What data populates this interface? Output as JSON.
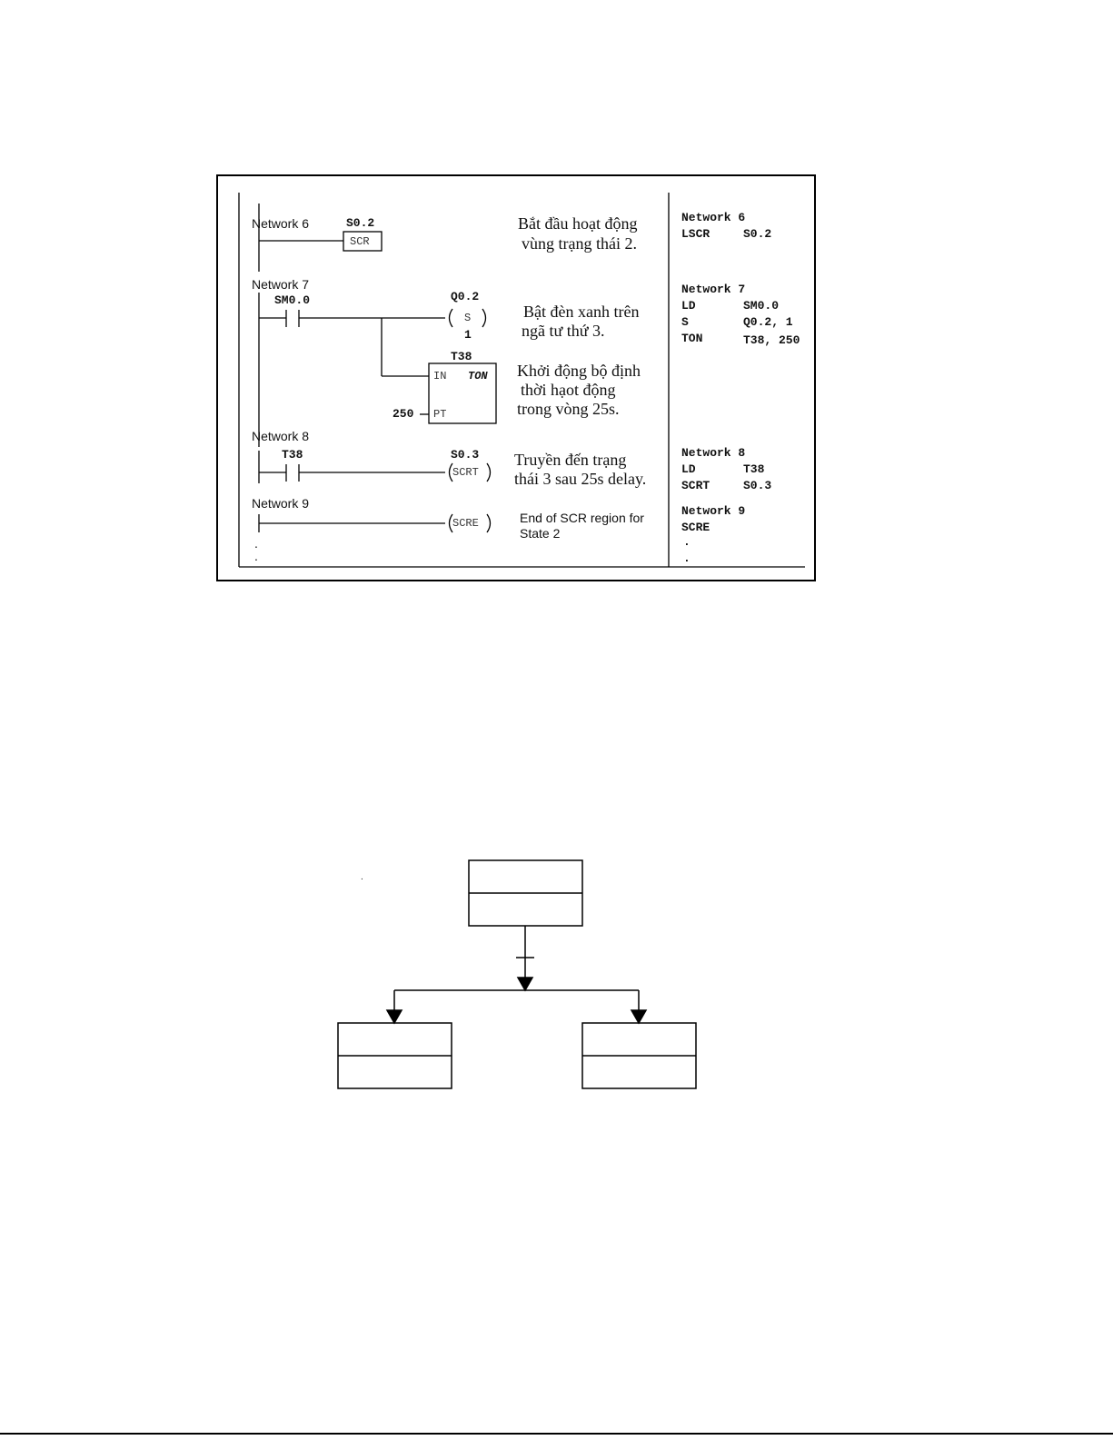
{
  "ladder": {
    "networks": [
      {
        "label": "Network 6",
        "contact_bit": "S0.2",
        "box": "SCR",
        "comment": [
          "Bắt đầu hoạt động",
          "vùng trạng thái 2."
        ]
      },
      {
        "label": "Network 7",
        "contact_bit": "SM0.0",
        "coil_bit": "Q0.2",
        "coil_type": "S",
        "coil_n": "1",
        "timer_name": "T38",
        "timer_in": "IN",
        "timer_type": "TON",
        "timer_pt": "PT",
        "pt_value": "250",
        "comment1": [
          "Bật đèn xanh trên",
          "ngã tư thứ 3."
        ],
        "comment2": [
          "Khởi động bộ định",
          "thời hạot động",
          "trong vòng 25s."
        ]
      },
      {
        "label": "Network 8",
        "contact_bit": "T38",
        "coil_bit": "S0.3",
        "coil_type": "SCRT",
        "comment": [
          "Truyền đến trạng",
          "thái 3 sau 25s delay."
        ]
      },
      {
        "label": "Network 9",
        "coil_type": "SCRE",
        "comment": [
          "End of SCR region for",
          "State 2"
        ]
      }
    ],
    "dots": [
      ".",
      "."
    ]
  },
  "stl": {
    "n6": {
      "title": "Network 6",
      "lines": [
        [
          "LSCR",
          "S0.2"
        ]
      ]
    },
    "n7": {
      "title": "Network 7",
      "lines": [
        [
          "LD",
          "SM0.0"
        ],
        [
          "S",
          "Q0.2, 1"
        ],
        [
          "TON",
          "T38, 250"
        ]
      ]
    },
    "n8": {
      "title": "Network 8",
      "lines": [
        [
          "LD",
          "T38"
        ],
        [
          "SCRT",
          "S0.3"
        ]
      ]
    },
    "n9": {
      "title": "Network 9",
      "lines": [
        [
          "SCRE",
          ""
        ]
      ]
    },
    "dots": [
      ".",
      "."
    ]
  },
  "flow": {
    "stray_dot": "."
  }
}
